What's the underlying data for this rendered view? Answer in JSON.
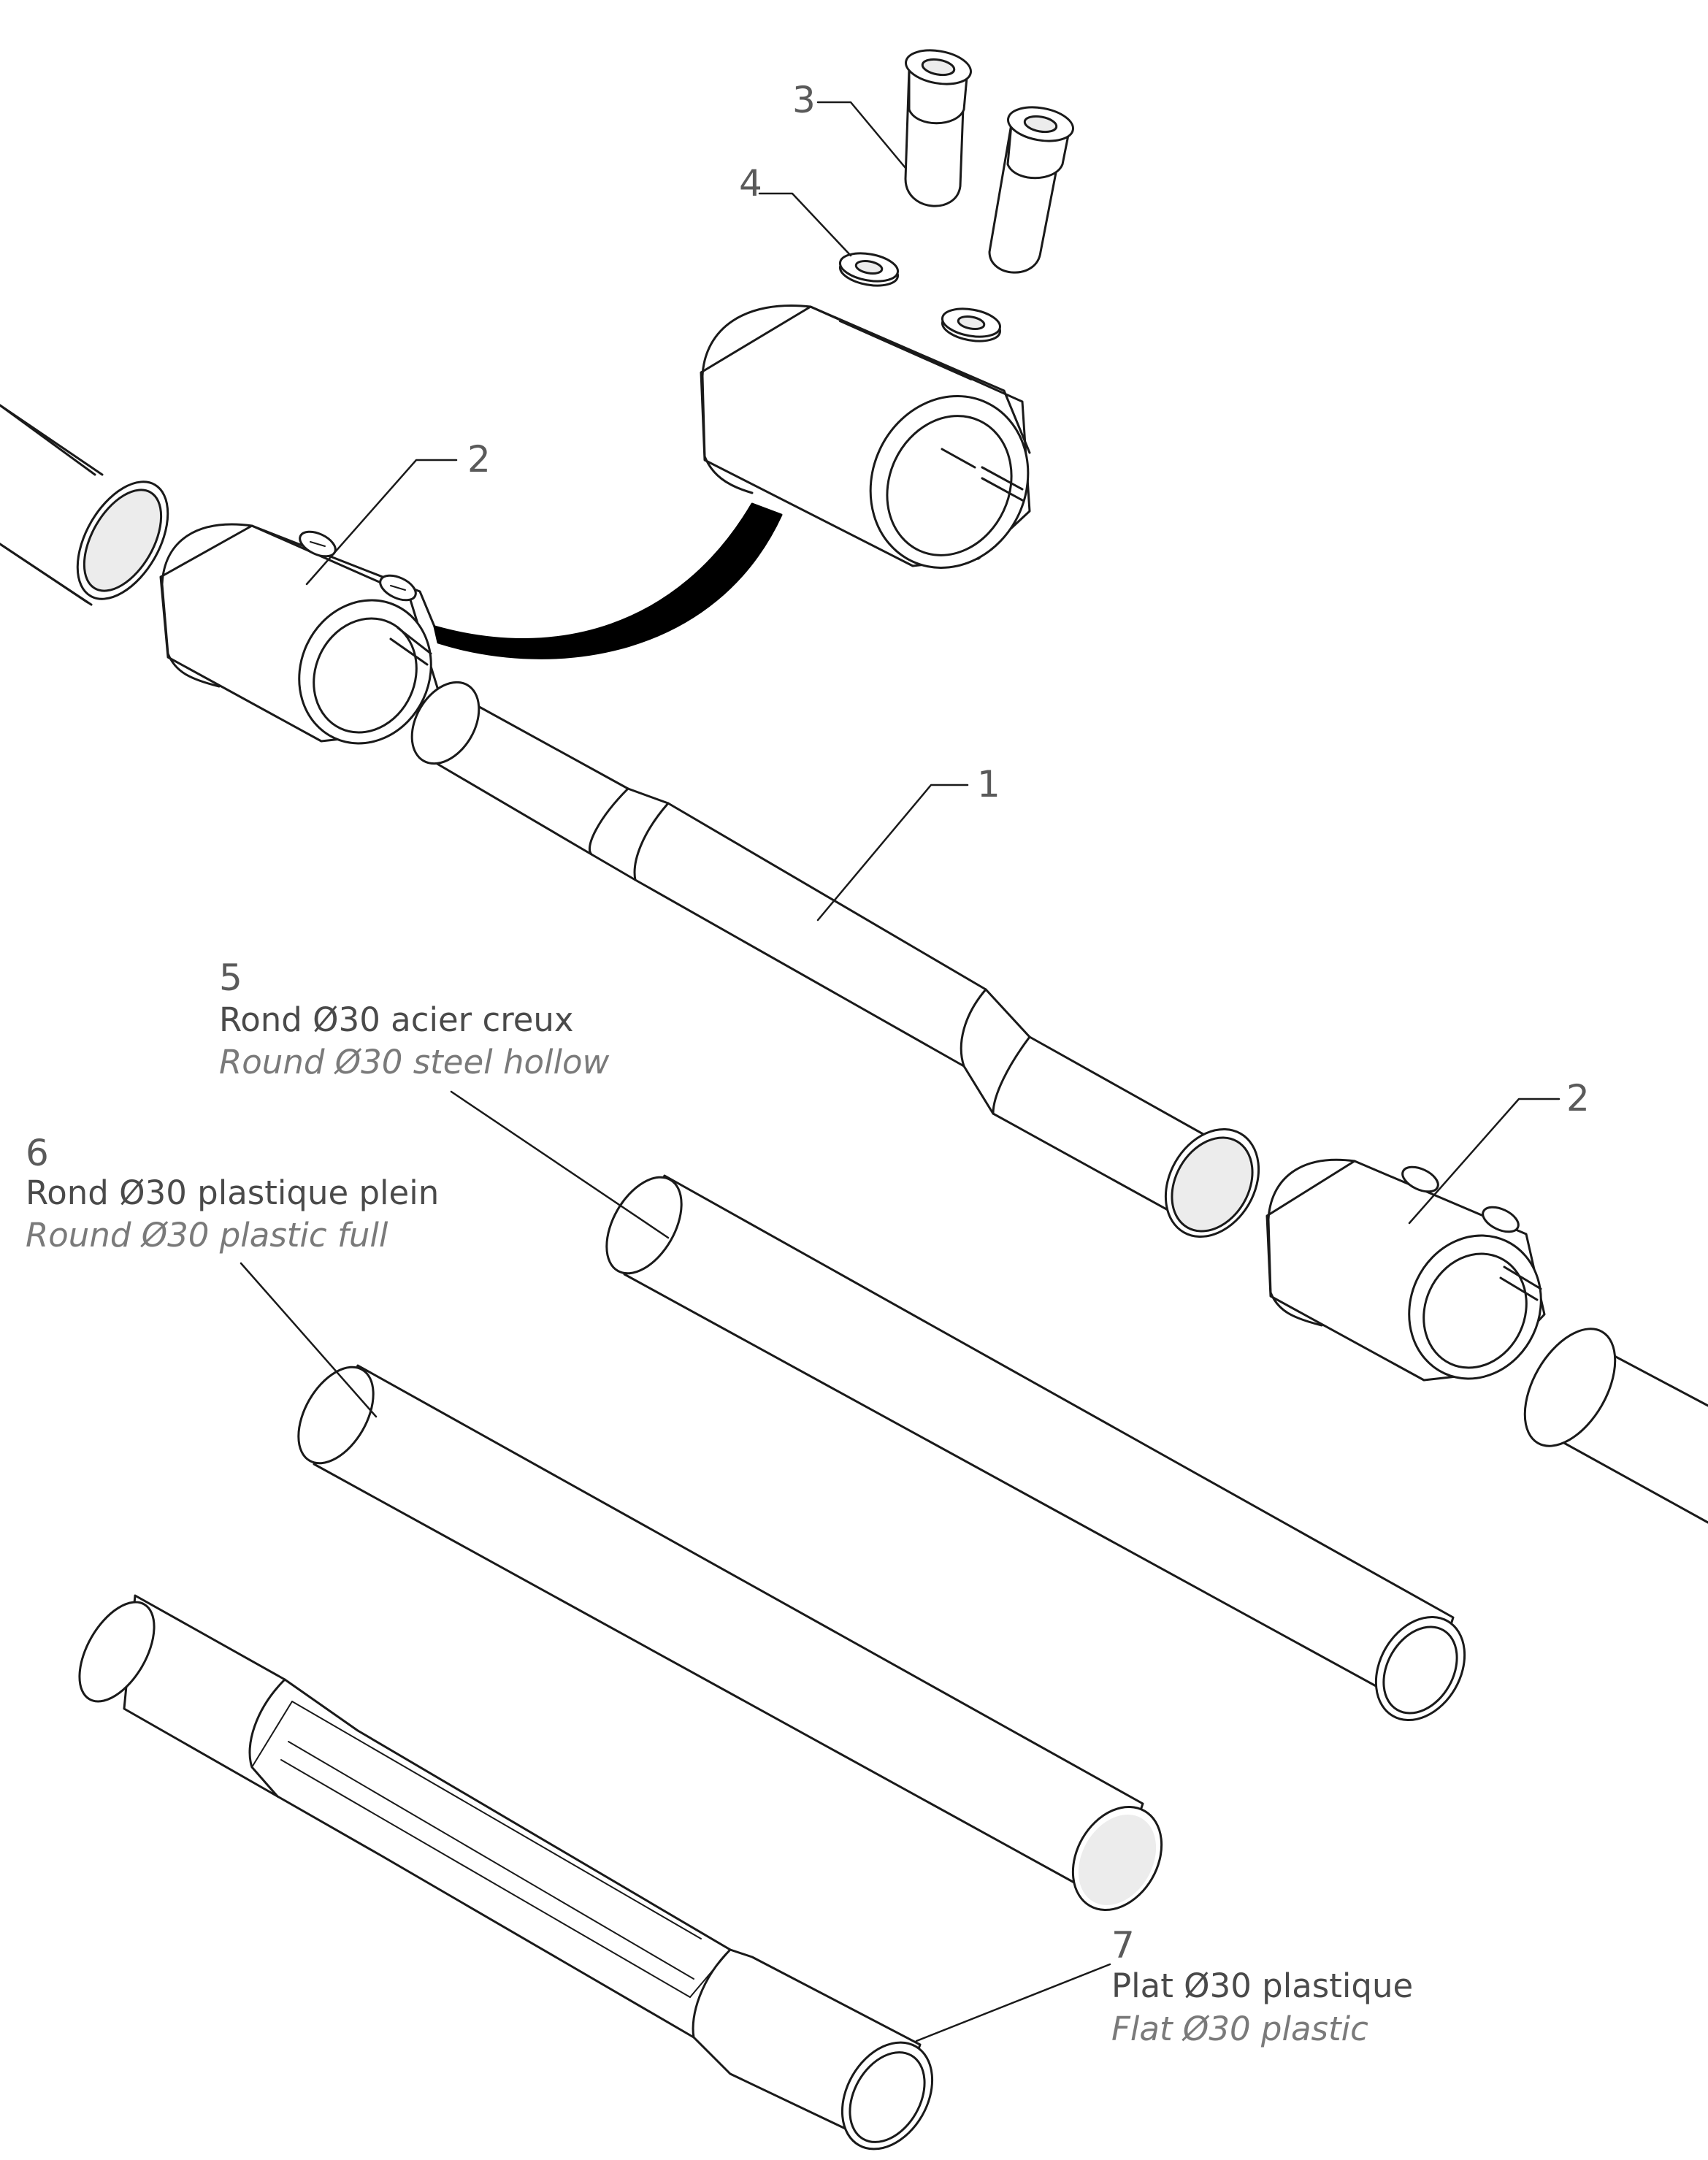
{
  "callouts": {
    "part1": "1",
    "part2_left": "2",
    "part2_right": "2",
    "part3": "3",
    "part4": "4"
  },
  "variants": [
    {
      "number": "5",
      "fr": "Rond Ø30 acier creux",
      "en": "Round Ø30 steel hollow"
    },
    {
      "number": "6",
      "fr": "Rond Ø30 plastique plein",
      "en": "Round Ø30 plastic full"
    },
    {
      "number": "7",
      "fr": "Plat Ø30 plastique",
      "en": "Flat Ø30 plastic"
    }
  ],
  "colors": {
    "stroke": "#1a1a1a",
    "fill": "#ffffff",
    "shade": "#ececec",
    "strap": "#000000",
    "text": "#5a5a5a"
  }
}
